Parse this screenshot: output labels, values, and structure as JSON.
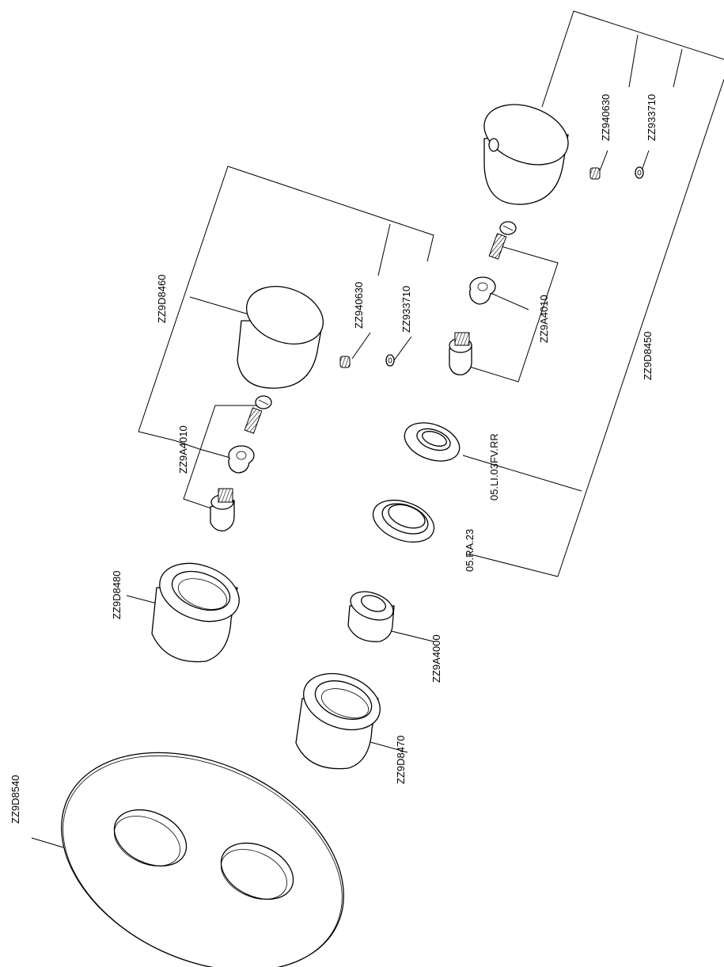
{
  "labels": {
    "kit_right": "ZZ9D8450",
    "kit_left": "ZZ9D8460",
    "grub_right": "ZZ940630",
    "nut_right": "ZZ933710",
    "grub_left": "ZZ940630",
    "nut_left": "ZZ933710",
    "adapter_right": "ZZ9A4010",
    "adapter_left": "ZZ9A4010",
    "ring_clip": "05.LI.03FV.RR",
    "ring_nut": "05.RA.23",
    "sleeve_left": "ZZ9D8480",
    "spindle": "ZZ9A4000",
    "sleeve_right": "ZZ9D8470",
    "plate": "ZZ9D8540"
  }
}
